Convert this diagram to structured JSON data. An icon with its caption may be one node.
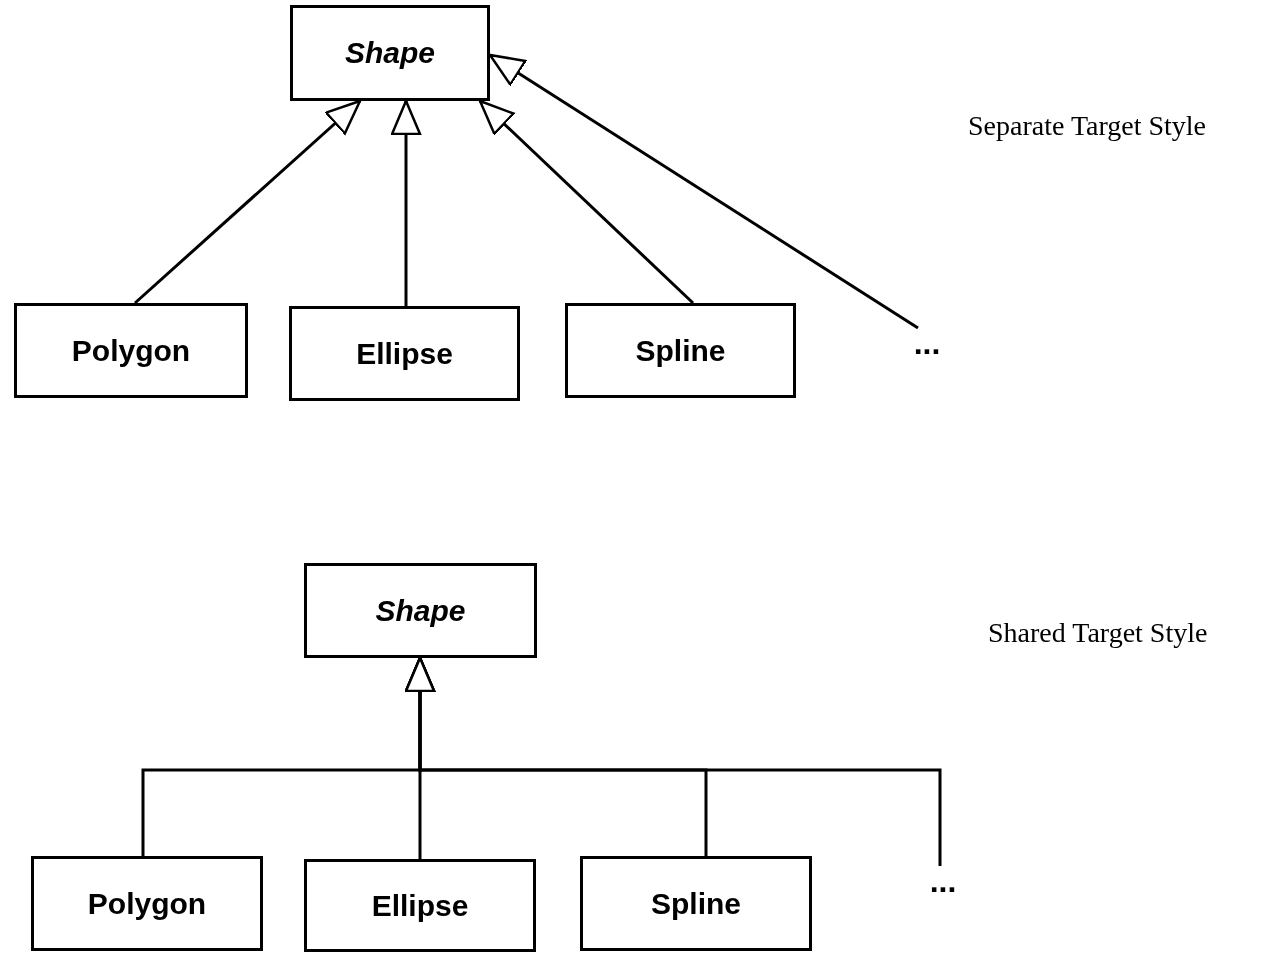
{
  "diagram": {
    "nodes": [
      {
        "text": [
          "Shape"
        ]
      },
      {
        "text": [
          "Polygon"
        ]
      },
      {
        "text": [
          "Ellipse"
        ]
      },
      {
        "text": [
          "Spline"
        ]
      },
      {
        "text": [
          "..."
        ]
      },
      {
        "text": [
          "Shape"
        ]
      },
      {
        "text": [
          "Polygon"
        ]
      },
      {
        "text": [
          "Ellipse"
        ]
      },
      {
        "text": [
          "Spline"
        ]
      },
      {
        "text": [
          "..."
        ]
      }
    ],
    "edges": [
      {
        "from": 1,
        "to": 0,
        "arrow": "to"
      },
      {
        "from": 2,
        "to": 0,
        "arrow": "to"
      },
      {
        "from": 3,
        "to": 0,
        "arrow": "to"
      },
      {
        "from": 4,
        "to": 0,
        "arrow": "to"
      },
      {
        "from": 6,
        "to": 5,
        "arrow": "to"
      },
      {
        "from": 7,
        "to": 5,
        "arrow": "to"
      },
      {
        "from": 8,
        "to": 5,
        "arrow": "to"
      },
      {
        "from": 9,
        "to": 5,
        "arrow": "to"
      }
    ],
    "labels": [
      "Separate Target Style",
      "Shared Target Style"
    ]
  }
}
